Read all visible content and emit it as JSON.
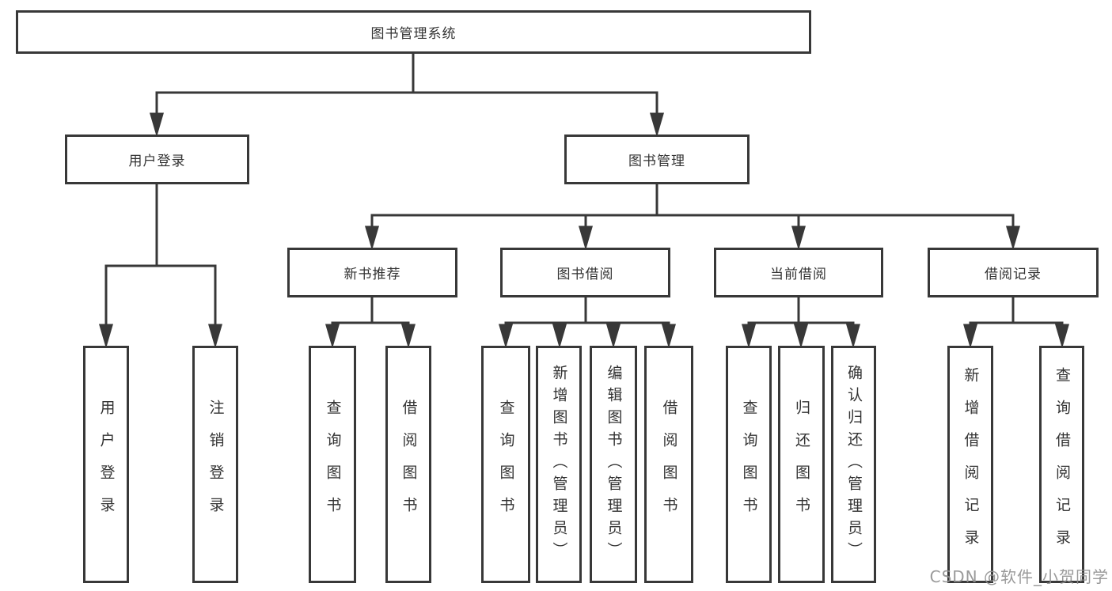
{
  "diagram": {
    "type": "hierarchy-tree",
    "colors": {
      "line": "#383838",
      "box_border": "#383838",
      "box_background": "#ffffff",
      "text": "#333333",
      "watermark": "#8f8f8f"
    },
    "root": {
      "label": "图书管理系统",
      "children": [
        {
          "label": "用户登录",
          "children": [
            {
              "label": "用户登录"
            },
            {
              "label": "注销登录"
            }
          ]
        },
        {
          "label": "图书管理",
          "children": [
            {
              "label": "新书推荐",
              "children": [
                {
                  "label": "查询图书"
                },
                {
                  "label": "借阅图书"
                }
              ]
            },
            {
              "label": "图书借阅",
              "children": [
                {
                  "label": "查询图书"
                },
                {
                  "label": "新增图书（管理员）"
                },
                {
                  "label": "编辑图书（管理员）"
                },
                {
                  "label": "借阅图书"
                }
              ]
            },
            {
              "label": "当前借阅",
              "children": [
                {
                  "label": "查询图书"
                },
                {
                  "label": "归还图书"
                },
                {
                  "label": "确认归还（管理员）"
                }
              ]
            },
            {
              "label": "借阅记录",
              "children": [
                {
                  "label": "新增借阅记录"
                },
                {
                  "label": "查询借阅记录"
                }
              ]
            }
          ]
        }
      ]
    },
    "watermark": "CSDN @软件_小贺同学"
  }
}
